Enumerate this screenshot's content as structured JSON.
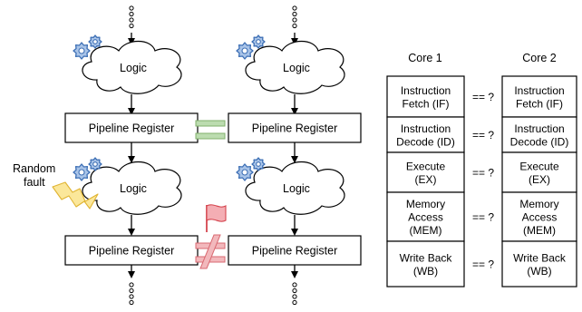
{
  "pipeline": {
    "logic_label": "Logic",
    "register_label": "Pipeline Register",
    "fault_label_line1": "Random",
    "fault_label_line2": "fault"
  },
  "comparison": {
    "core1_title": "Core 1",
    "core2_title": "Core 2",
    "compare_symbol": "== ?",
    "stages": [
      {
        "line1": "Instruction",
        "line2": "Fetch (IF)"
      },
      {
        "line1": "Instruction",
        "line2": "Decode (ID)"
      },
      {
        "line1": "Execute",
        "line2": "(EX)"
      },
      {
        "line1": "Memory",
        "line2": "Access",
        "line3": "(MEM)"
      },
      {
        "line1": "Write Back",
        "line2": "(WB)"
      }
    ]
  },
  "colors": {
    "gear_fill": "#a9c4e8",
    "gear_stroke": "#3d6fb5",
    "equal_fill": "#bcdcb0",
    "equal_stroke": "#82b06d",
    "notequal_fill": "#f2b8bc",
    "notequal_stroke": "#d96a72",
    "flag_fill": "#f4aeb4",
    "flag_stroke": "#d5454f",
    "fault_fill": "#fbe79a",
    "fault_stroke": "#e0b432"
  }
}
